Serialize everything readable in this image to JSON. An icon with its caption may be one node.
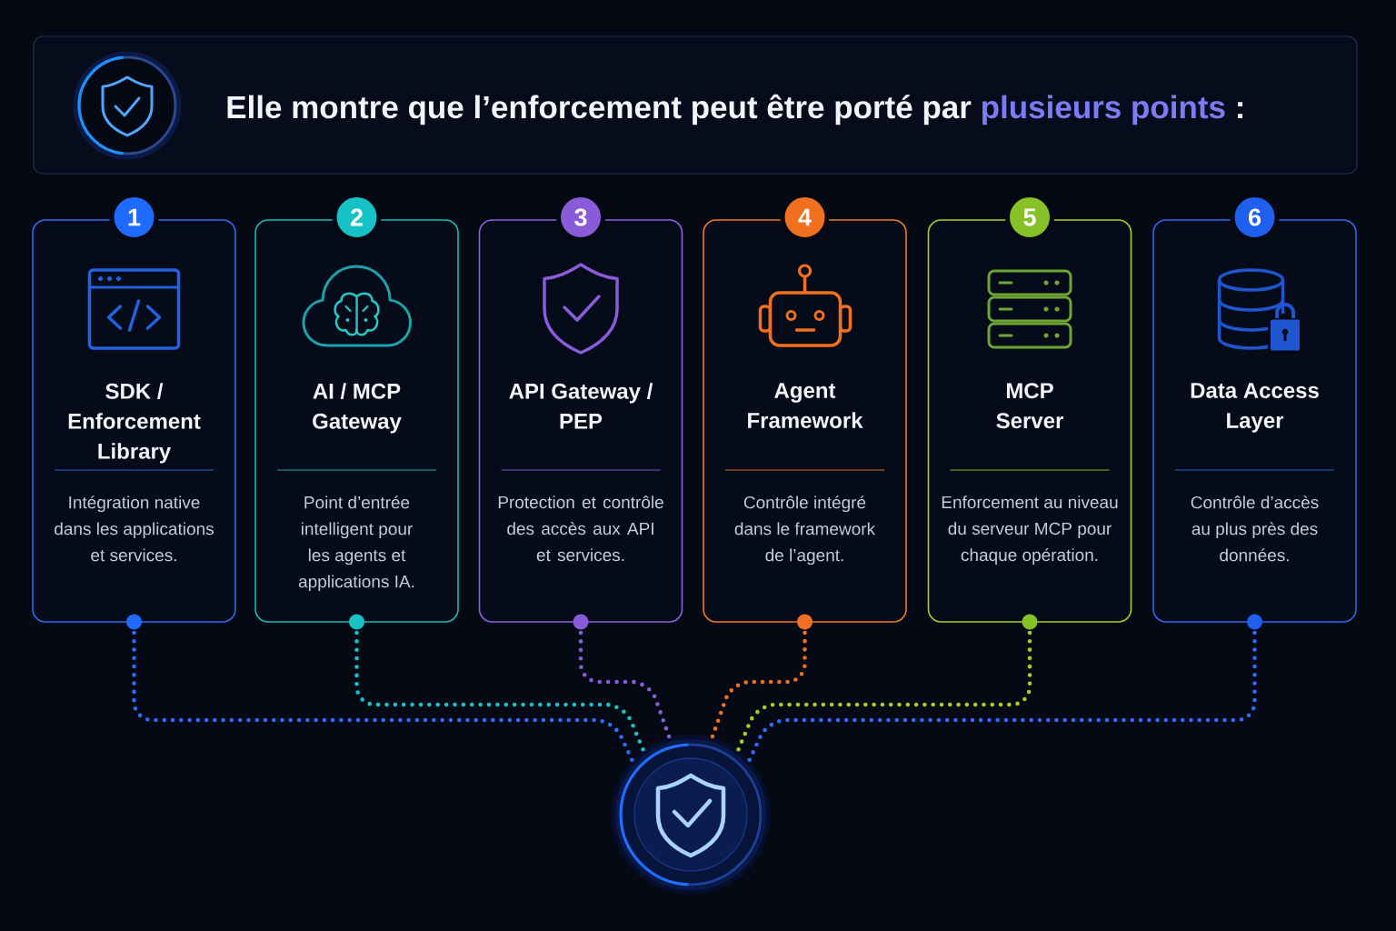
{
  "diagram": {
    "title": "Elle montre que l’enforcement peut être porté par **plusieurs points** :",
    "nodes": [
      {
        "text": [
          "1"
        ]
      },
      {
        "text": [
          "SDK / Enforcement Library",
          "Intégration native dans les applications et services."
        ]
      },
      {
        "text": [
          "2"
        ]
      },
      {
        "text": [
          "AI / MCP Gateway",
          "Point d’entrée intelligent pour les agents et applications IA."
        ]
      },
      {
        "text": [
          "3"
        ]
      },
      {
        "text": [
          "API Gateway / PEP",
          "Protection et contrôle des accès aux API et services."
        ]
      },
      {
        "text": [
          "4"
        ]
      },
      {
        "text": [
          "Agent Framework",
          "Contrôle intégré dans le framework de l’agent."
        ]
      },
      {
        "text": [
          "5"
        ]
      },
      {
        "text": [
          "MCP Server",
          "Enforcement au niveau du serveur MCP pour chaque opération."
        ]
      },
      {
        "text": [
          "6"
        ]
      },
      {
        "text": [
          "Data Access Layer",
          "Contrôle d’accès au plus près des données."
        ]
      },
      {
        "text": [],
        "shape": "circle"
      }
    ],
    "edges": [
      {
        "from": 1,
        "to": 12,
        "arrow": "none",
        "style": "dashed",
        "color": "#2f6bff"
      },
      {
        "from": 3,
        "to": 12,
        "arrow": "none",
        "style": "dashed",
        "color": "#19c2c6"
      },
      {
        "from": 5,
        "to": 12,
        "arrow": "none",
        "style": "dashed",
        "color": "#8a5ad8"
      },
      {
        "from": 7,
        "to": 12,
        "arrow": "none",
        "style": "dashed",
        "color": "#f07020"
      },
      {
        "from": 9,
        "to": 12,
        "arrow": "none",
        "style": "dashed",
        "color": "#a2cf22"
      },
      {
        "from": 11,
        "to": 12,
        "arrow": "none",
        "style": "dashed",
        "color": "#2f6bff"
      }
    ]
  }
}
